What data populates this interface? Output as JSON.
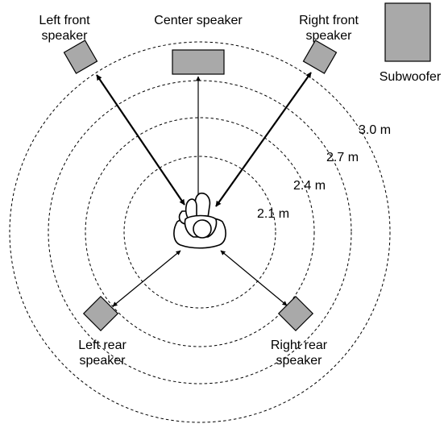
{
  "speakers": {
    "left_front": [
      "Left front",
      "speaker"
    ],
    "center": "Center speaker",
    "right_front": [
      "Right front",
      "speaker"
    ],
    "subwoofer": "Subwoofer",
    "left_rear": [
      "Left rear",
      "speaker"
    ],
    "right_rear": [
      "Right rear",
      "speaker"
    ]
  },
  "distances": [
    "2.1 m",
    "2.4 m",
    "2.7 m",
    "3.0 m"
  ]
}
